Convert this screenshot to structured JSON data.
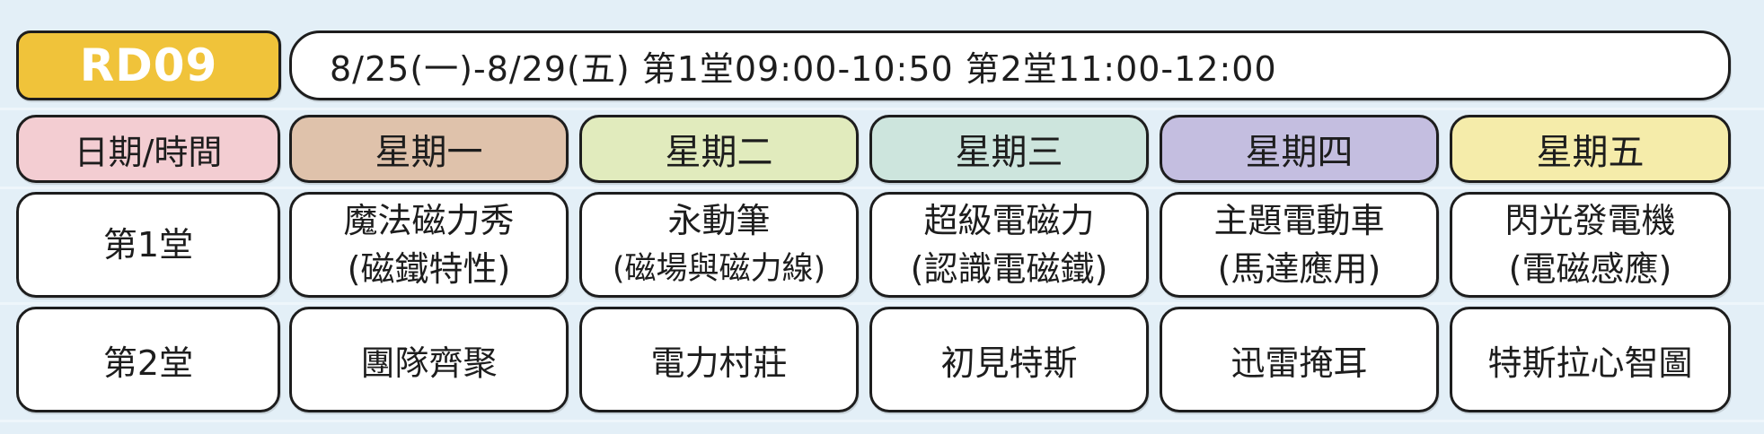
{
  "code": "RD09",
  "schedule": "8/25(一)-8/29(五) 第1堂09:00-10:50 第2堂11:00-12:00",
  "colors": {
    "code_bg": "#f0c33a",
    "headers": [
      "#f3cdd2",
      "#dfc2ab",
      "#e1ebbd",
      "#cde5dd",
      "#c4bee0",
      "#f5ecaa"
    ],
    "background": "#e3eff7"
  },
  "headers": [
    "日期/時間",
    "星期一",
    "星期二",
    "星期三",
    "星期四",
    "星期五"
  ],
  "rows": [
    {
      "label": "第1堂",
      "cells": [
        {
          "title": "魔法磁力秀",
          "sub": "(磁鐵特性)"
        },
        {
          "title": "永動筆",
          "sub": "(磁場與磁力線)"
        },
        {
          "title": "超級電磁力",
          "sub": "(認識電磁鐵)"
        },
        {
          "title": "主題電動車",
          "sub": "(馬達應用)"
        },
        {
          "title": "閃光發電機",
          "sub": "(電磁感應)"
        }
      ]
    },
    {
      "label": "第2堂",
      "cells": [
        {
          "title": "團隊齊聚"
        },
        {
          "title": "電力村莊"
        },
        {
          "title": "初見特斯"
        },
        {
          "title": "迅雷掩耳"
        },
        {
          "title": "特斯拉心智圖"
        }
      ]
    }
  ]
}
